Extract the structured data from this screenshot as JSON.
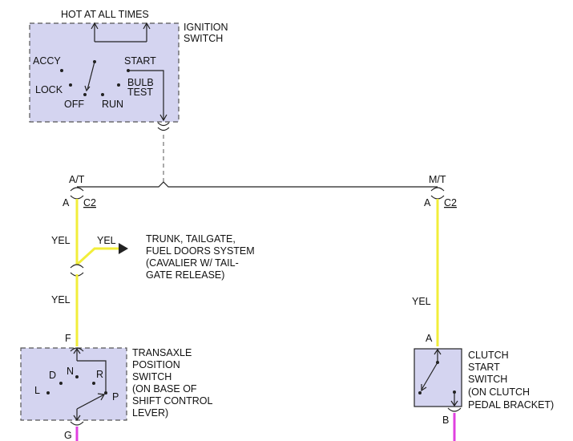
{
  "colors": {
    "box_fill": "#D4D4F0",
    "box_border": "#555555",
    "wire_yellow": "#F2EE3A",
    "wire_magenta": "#E040E0",
    "line": "#222222"
  },
  "ignition": {
    "top_label": "HOT AT ALL TIMES",
    "title_line1": "IGNITION",
    "title_line2": "SWITCH",
    "pos_accy": "ACCY",
    "pos_start": "START",
    "pos_lock": "LOCK",
    "pos_bulb": "BULB",
    "pos_test": "TEST",
    "pos_off": "OFF",
    "pos_run": "RUN"
  },
  "branch": {
    "at_label": "A/T",
    "mt_label": "M/T"
  },
  "left_circuit": {
    "pin_top": "A",
    "connector": "C2",
    "wire_upper": "YEL",
    "wire_branch": "YEL",
    "wire_lower": "YEL",
    "pin_bottom": "F",
    "destination_lines": [
      "TRUNK, TAILGATE,",
      "FUEL DOORS SYSTEM",
      "(CAVALIER W/ TAIL-",
      "GATE RELEASE)"
    ]
  },
  "transaxle": {
    "title_lines": [
      "TRANSAXLE",
      "POSITION",
      "SWITCH",
      "(ON BASE OF",
      "SHIFT CONTROL",
      "LEVER)"
    ],
    "pos_d": "D",
    "pos_n": "N",
    "pos_r": "R",
    "pos_l": "L",
    "pos_p": "P",
    "pin_out": "G"
  },
  "right_circuit": {
    "pin_top": "A",
    "connector": "C2",
    "wire": "YEL",
    "pin_switch_in": "A",
    "pin_switch_out": "B"
  },
  "clutch": {
    "title_lines": [
      "CLUTCH",
      "START",
      "SWITCH",
      "(ON CLUTCH",
      "PEDAL BRACKET)"
    ]
  }
}
